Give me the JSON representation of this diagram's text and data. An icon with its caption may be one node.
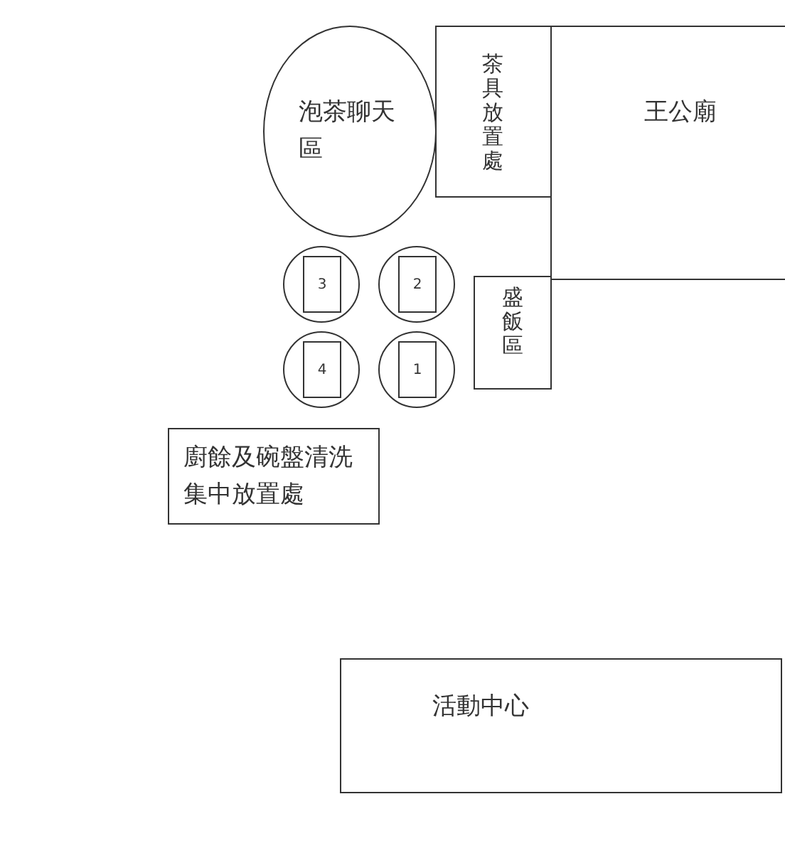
{
  "diagram": {
    "nodes": [
      {
        "text": [
          "泡茶聊天區"
        ]
      },
      {
        "text": [
          "茶具放置處"
        ]
      },
      {
        "text": [
          "王公廟"
        ]
      },
      {
        "text": [
          "3"
        ]
      },
      {
        "text": [
          "2"
        ]
      },
      {
        "text": [
          "盛飯區"
        ]
      },
      {
        "text": [
          "4"
        ]
      },
      {
        "text": [
          "1"
        ]
      },
      {
        "text": [
          "廚餘及碗盤清洗集中放置處"
        ]
      },
      {
        "text": [
          "活動中心"
        ]
      }
    ],
    "edges": []
  }
}
